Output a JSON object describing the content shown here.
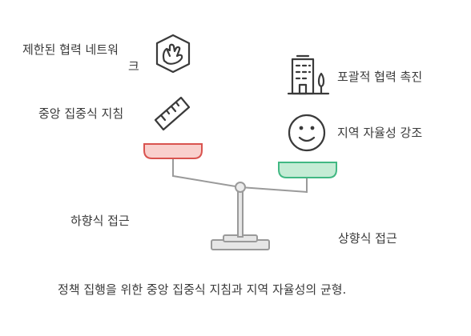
{
  "left": {
    "item1": "제한된 협력 네트워크",
    "item1_line1": "제한된 협력 네트워",
    "item1_line2": "크",
    "item2": "중앙 집중식 지침",
    "side_label": "하향식 접근"
  },
  "right": {
    "item1": "포괄적 협력 촉진",
    "item2": "지역 자율성 강조",
    "side_label": "상향식 접근"
  },
  "caption": "정책 집행을 위한 중앙 집중식 지침과 지역 자율성의 균형.",
  "icons": {
    "left1": "network-hand-icon",
    "left2": "ruler-icon",
    "right1": "building-icon",
    "right2": "smiley-icon"
  },
  "colors": {
    "left_pan_fill": "#f9d0cd",
    "left_pan_stroke": "#d9534f",
    "right_pan_fill": "#c4ecd5",
    "right_pan_stroke": "#41b883",
    "scale": "#9a9a9a"
  }
}
